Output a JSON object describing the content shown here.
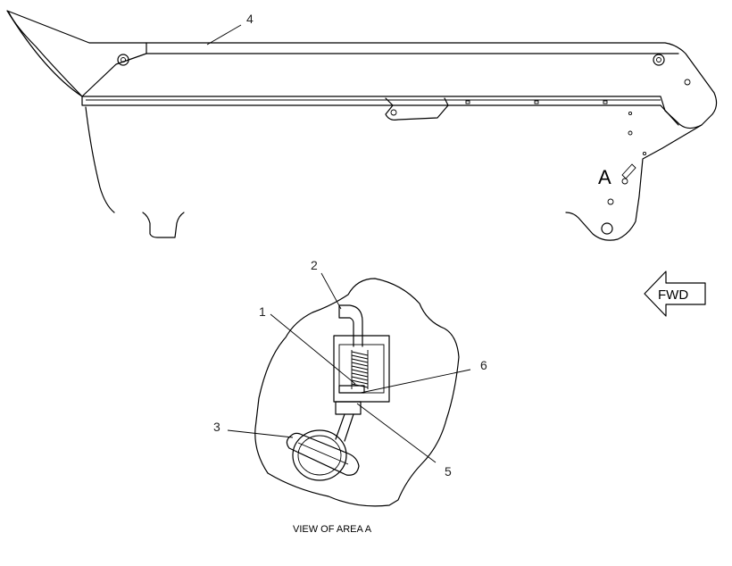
{
  "callouts": {
    "c1": "1",
    "c2": "2",
    "c3": "3",
    "c4": "4",
    "c5": "5",
    "c6": "6"
  },
  "area_marker": "A",
  "direction_label": "FWD",
  "view_caption": "VIEW OF AREA A"
}
